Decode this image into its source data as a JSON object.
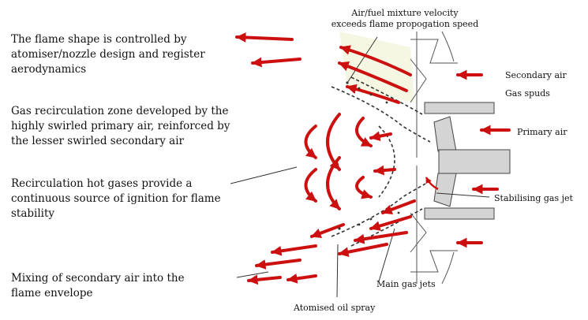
{
  "annotations": {
    "flame_shape": [
      "The flame shape is controlled by",
      "atomiser/nozzle design and register",
      "aerodynamics"
    ],
    "recirculation_zone": [
      "Gas recirculation zone developed by the",
      "highly swirled primary air, reinforced by",
      "the lesser swirled secondary air"
    ],
    "hot_gases": [
      "Recirculation hot gases provide a",
      "continuous source of ignition for flame",
      "stability"
    ],
    "mixing": [
      "Mixing of secondary air into the",
      "flame envelope"
    ]
  },
  "labels": {
    "velocity": [
      "Air/fuel mixture velocity",
      "exceeds flame propogation speed"
    ],
    "secondary_air": "Secondary air",
    "gas_spuds": "Gas spuds",
    "primary_air": "Primary air",
    "stabilising_jet": "Stabilising gas jet",
    "main_gas_jets": "Main gas jets",
    "oil_spray": "Atomised oil spray"
  },
  "colors": {
    "arrow": "#cc0f0f",
    "flame_tint": "#f6f7e2",
    "burner_fill": "#d4d4d4",
    "line": "#333333"
  }
}
